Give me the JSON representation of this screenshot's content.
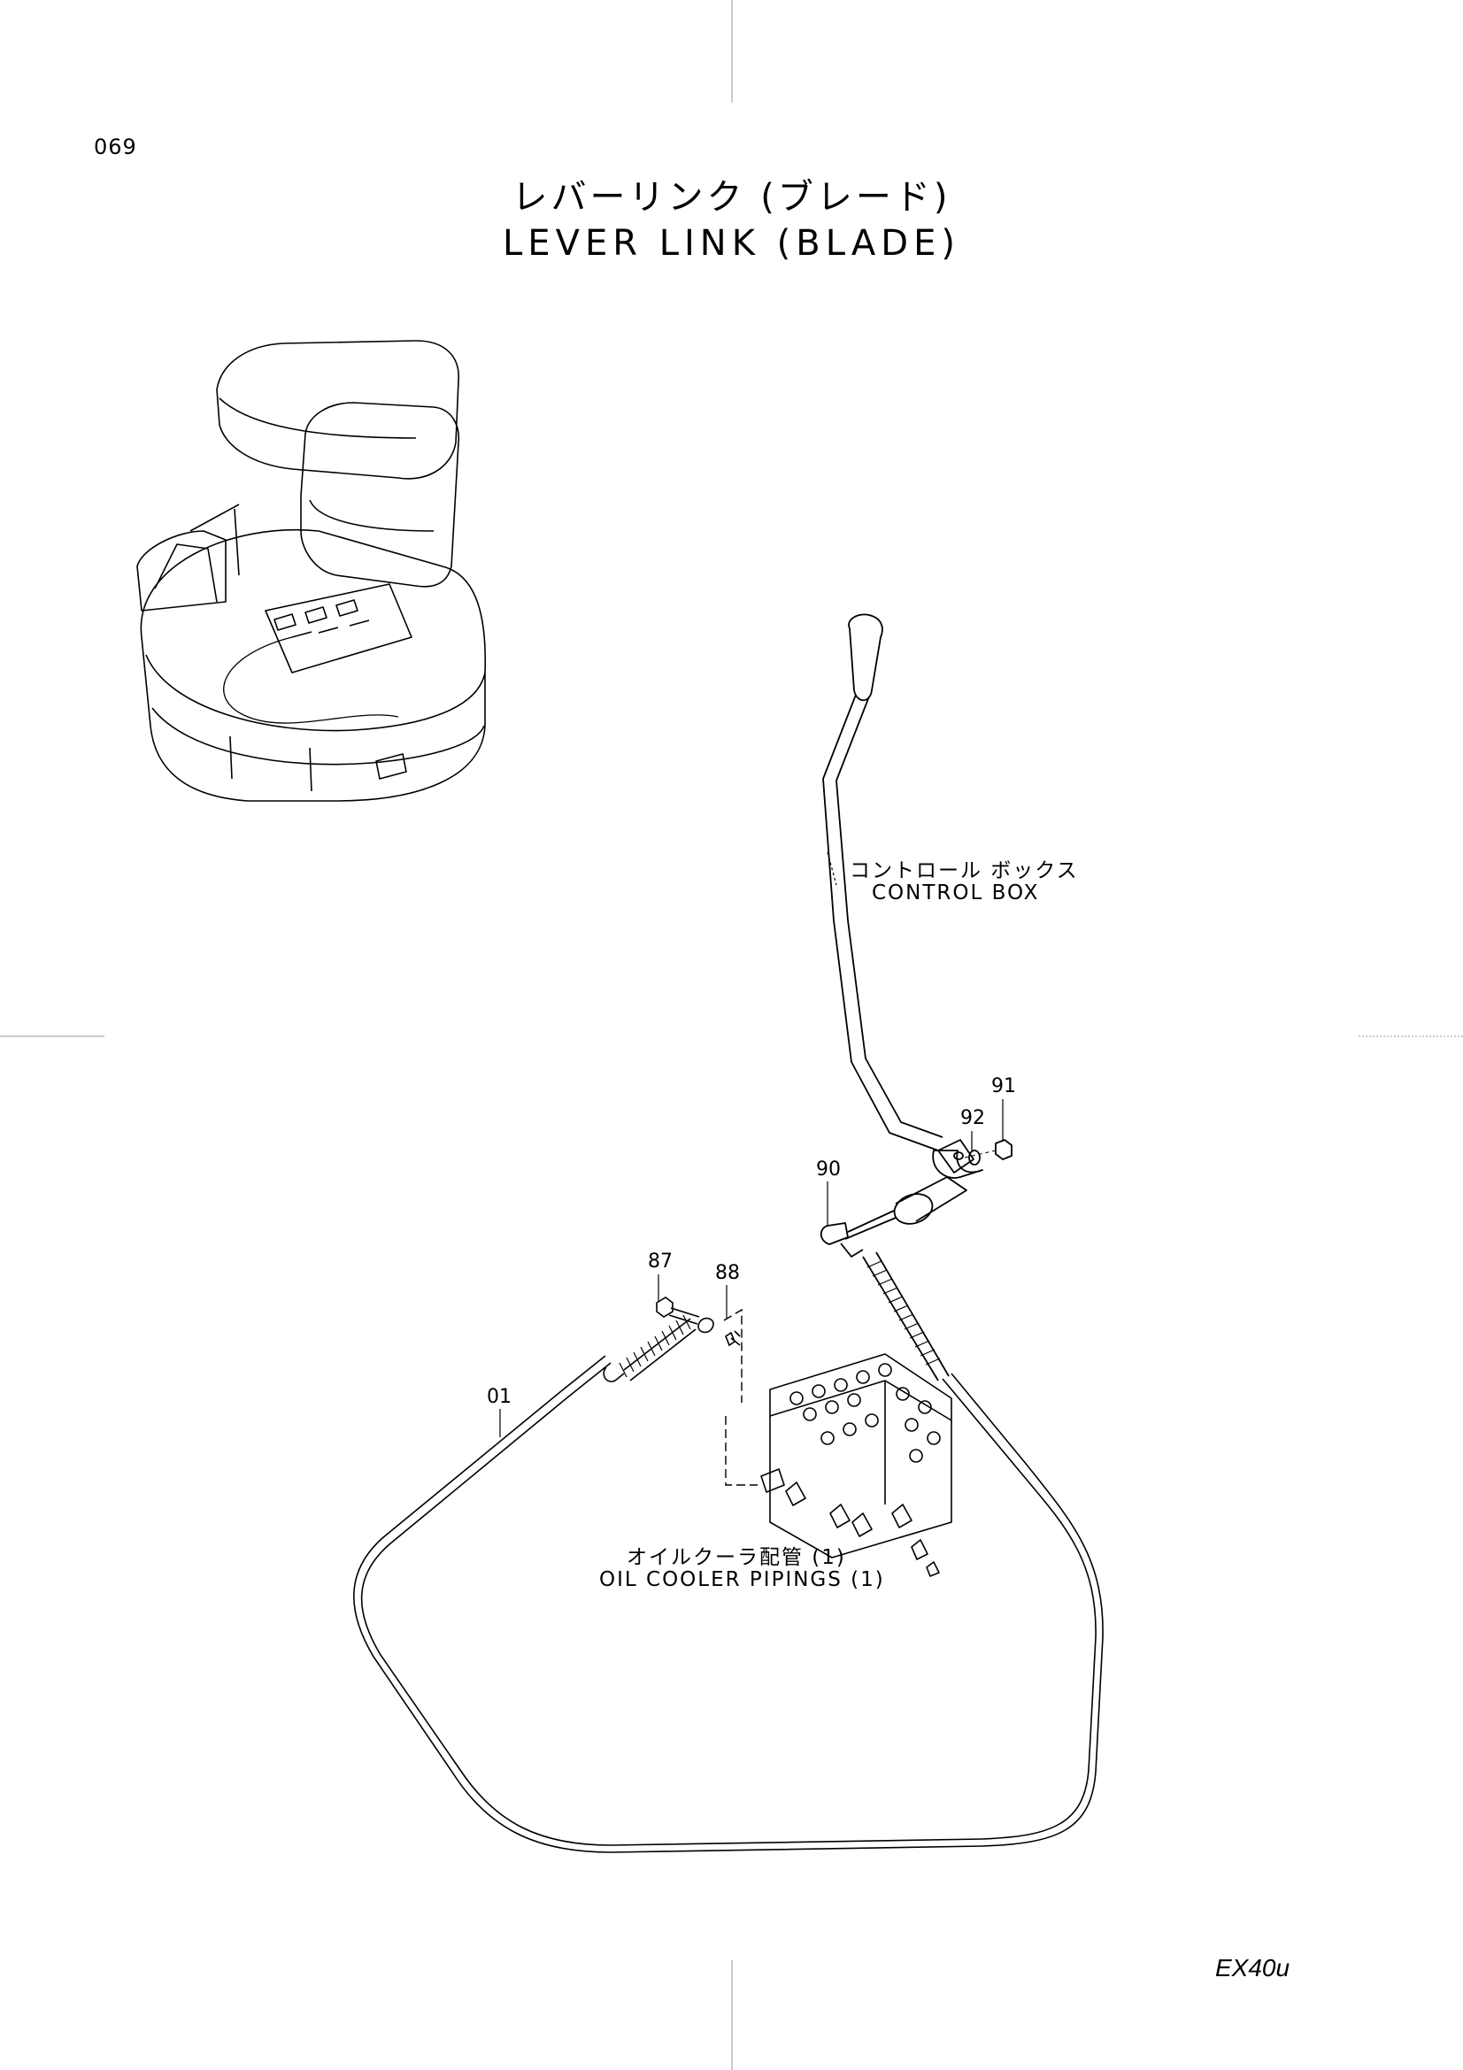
{
  "header": {
    "page_number": "069",
    "title_ja": "レバーリンク (ブレード)",
    "title_en": "LEVER LINK (BLADE)"
  },
  "callouts": {
    "control_box_ja": "コントロール ボックス",
    "control_box_en": "CONTROL BOX",
    "oil_cooler_ja": "オイルクーラ配管 (1)",
    "oil_cooler_en": "OIL COOLER PIPINGS (1)"
  },
  "part_numbers": [
    "01",
    "87",
    "88",
    "90",
    "91",
    "92"
  ],
  "footer": {
    "model": "EX40u"
  }
}
